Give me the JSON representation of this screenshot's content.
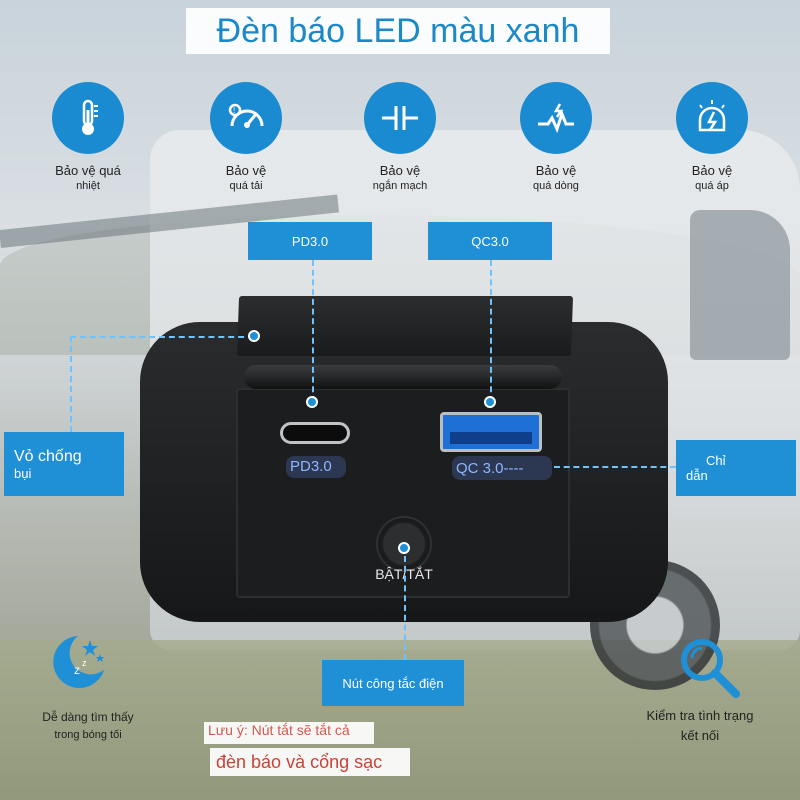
{
  "title": "Đèn báo LED màu xanh",
  "colors": {
    "accent": "#1f8fd6",
    "title": "#1b88c7",
    "note": "#c94338",
    "device": "#1a1b1c"
  },
  "features": [
    {
      "icon": "thermometer-icon",
      "line1": "Bảo vệ quá",
      "line2": "nhiệt"
    },
    {
      "icon": "speedometer-icon",
      "line1": "Bảo vệ",
      "line2": "quá tải"
    },
    {
      "icon": "capacitor-icon",
      "line1": "Bảo vệ",
      "line2": "ngắn mạch"
    },
    {
      "icon": "pulse-icon",
      "line1": "Bảo vệ",
      "line2": "quá dòng"
    },
    {
      "icon": "voltage-icon",
      "line1": "Bảo vệ",
      "line2": "quá áp"
    }
  ],
  "tags": {
    "pd": "PD3.0",
    "qc": "QC3.0",
    "dust_cover_1": "Vỏ chống",
    "dust_cover_2": "bụi",
    "indicator_1": "Chỉ",
    "indicator_2": "dẫn",
    "power_switch": "Nút công tắc điện"
  },
  "device": {
    "pd_label": "PD3.0",
    "qc_label": "QC 3.0----",
    "power_label": "BẬT/TẮT"
  },
  "bottom": {
    "left_icon": "moon-stars-icon",
    "left_1": "Dễ dàng tìm thấy",
    "left_2": "trong bóng tối",
    "right_icon": "magnifier-icon",
    "right_1": "Kiểm tra tình trạng",
    "right_2": "kết nối"
  },
  "note": {
    "line1": "Lưu ý: Nút tắt sẽ tắt cả",
    "line2": "đèn báo và cổng sạc"
  }
}
